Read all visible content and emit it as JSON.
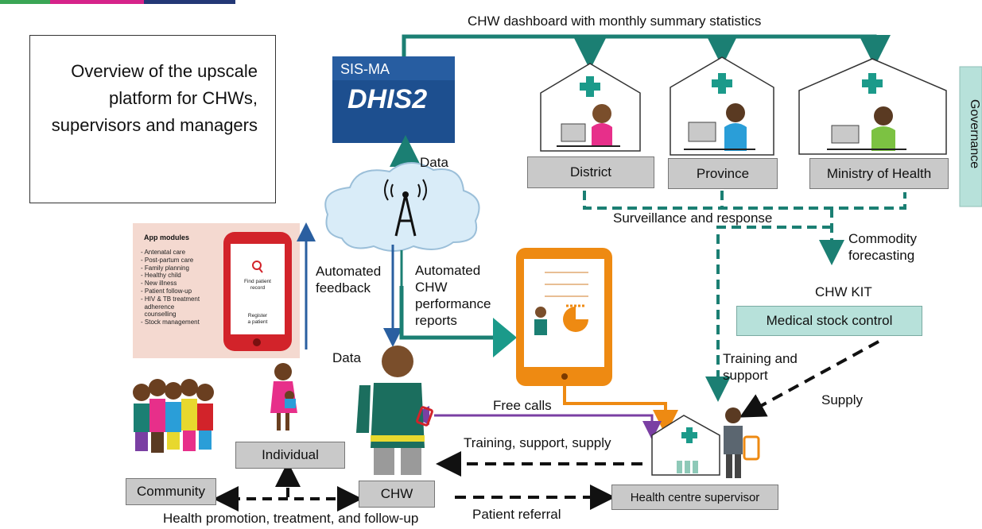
{
  "title": "Overview of the upscale platform for CHWs, supervisors and managers",
  "dashboard_label": "CHW dashboard with monthly summary statistics",
  "dhis": {
    "line1": "SIS-MA",
    "line2": "DHIS2"
  },
  "facilities": [
    "District",
    "Province",
    "Ministry of Health"
  ],
  "governance": "Governance",
  "surveillance": "Surveillance and response",
  "commodity": "Commodity\nforecasting",
  "chw_kit": "CHW KIT",
  "medical_stock": "Medical stock control",
  "data_top": "Data",
  "data_chw": "Data",
  "automated_feedback": "Automated\nfeedback",
  "automated_reports": "Automated\nCHW\nperformance\nreports",
  "training_support": "Training and\nsupport",
  "supply": "Supply",
  "free_calls": "Free calls",
  "training_support_supply": "Training, support, supply",
  "patient_referral": "Patient referral",
  "health_promotion": "Health promotion, treatment, and follow-up",
  "individual": "Individual",
  "community": "Community",
  "chw": "CHW",
  "supervisor": "Health centre supervisor",
  "app": {
    "header": "App modules",
    "modules": [
      "- Antenatal care",
      "- Post-partum care",
      "- Family planning",
      "- Healthy child",
      "- New illness",
      "- Patient follow-up",
      "- HIV & TB treatment",
      "  adherence",
      "  counselling",
      "- Stock management"
    ],
    "find": "Find patient\nrecord",
    "register": "Register\na patient"
  },
  "colors": {
    "teal": "#1b7f73",
    "orange": "#ee8a12",
    "purple": "#7a3fa3",
    "green_top": "#3aa655",
    "magenta_top": "#d6238a",
    "navy_top": "#233876",
    "phone_red": "#d2232a",
    "dhis_blue": "#1d4f8f",
    "box_teal": "#b7e1da"
  }
}
